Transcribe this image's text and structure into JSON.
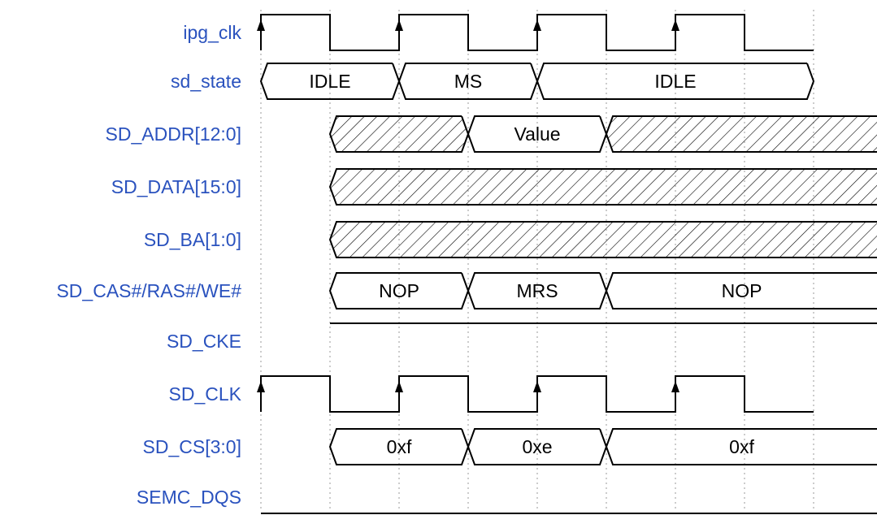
{
  "colors": {
    "label": "#2a52be",
    "wave": "#000000",
    "grid": "#9a9a9a"
  },
  "signals": [
    {
      "name": "ipg_clk",
      "type": "clock"
    },
    {
      "name": "sd_state",
      "type": "bus",
      "segments": [
        {
          "label": "IDLE"
        },
        {
          "label": "MS"
        },
        {
          "label": "IDLE"
        }
      ]
    },
    {
      "name": "SD_ADDR[12:0]",
      "type": "bus",
      "segments": [
        {
          "hatched": true
        },
        {
          "label": "Value"
        },
        {
          "hatched": true
        }
      ]
    },
    {
      "name": "SD_DATA[15:0]",
      "type": "hatched"
    },
    {
      "name": "SD_BA[1:0]",
      "type": "hatched"
    },
    {
      "name": "SD_CAS#/RAS#/WE#",
      "type": "bus",
      "segments": [
        {
          "label": "NOP"
        },
        {
          "label": "MRS"
        },
        {
          "label": "NOP"
        }
      ]
    },
    {
      "name": "SD_CKE",
      "type": "high"
    },
    {
      "name": "SD_CLK",
      "type": "clock"
    },
    {
      "name": "SD_CS[3:0]",
      "type": "bus",
      "segments": [
        {
          "label": "0xf"
        },
        {
          "label": "0xe"
        },
        {
          "label": "0xf"
        }
      ]
    },
    {
      "name": "SEMC_DQS",
      "type": "low"
    }
  ]
}
